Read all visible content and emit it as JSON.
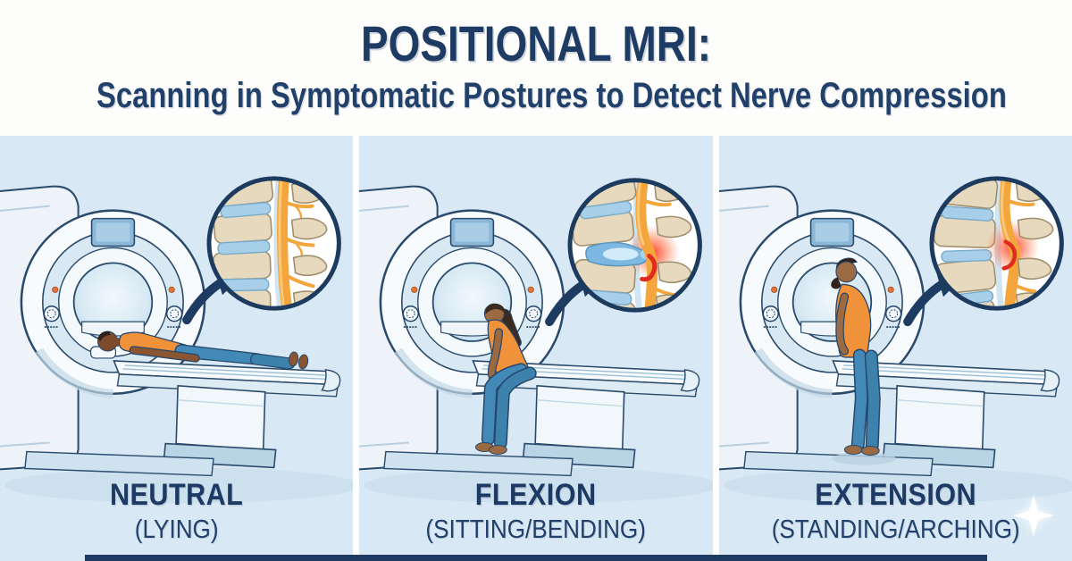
{
  "header": {
    "title": "POSITIONAL MRI:",
    "subtitle": "Scanning in Symptomatic Postures to Detect Nerve Compression"
  },
  "panels": [
    {
      "id": "neutral",
      "label": "NEUTRAL",
      "sublabel": "(LYING)"
    },
    {
      "id": "flexion",
      "label": "FLEXION",
      "sublabel": "(SITTING/BENDING)"
    },
    {
      "id": "extension",
      "label": "EXTENSION",
      "sublabel": "(STANDING/ARCHING)"
    }
  ],
  "icons": {
    "inset_neutral": "healthy-spine-inset",
    "inset_flexion": "disc-bulge-nerve-compression-inset",
    "inset_extension": "pinched-nerve-extension-inset",
    "arrow": "curved-arrow-icon",
    "sparkle": "sparkle-icon",
    "scanner": "mri-scanner-illustration"
  },
  "colors": {
    "navy_text": "#1e3c63",
    "panel_bg": "#d8e9f5",
    "header_bg": "#fdfdfb",
    "outline_navy": "#2a4a6b",
    "shirt_orange": "#f0923a",
    "pants_blue": "#4289b8",
    "skin_dark": "#7d4a2c",
    "skin_medium": "#9c6a42",
    "nerve_orange": "#f4a63c",
    "disc_blue": "#a8cfe9",
    "bone_beige": "#e7d9bd",
    "alert_red": "#e02b20",
    "bottom_bar_navy": "#1e3c63"
  }
}
